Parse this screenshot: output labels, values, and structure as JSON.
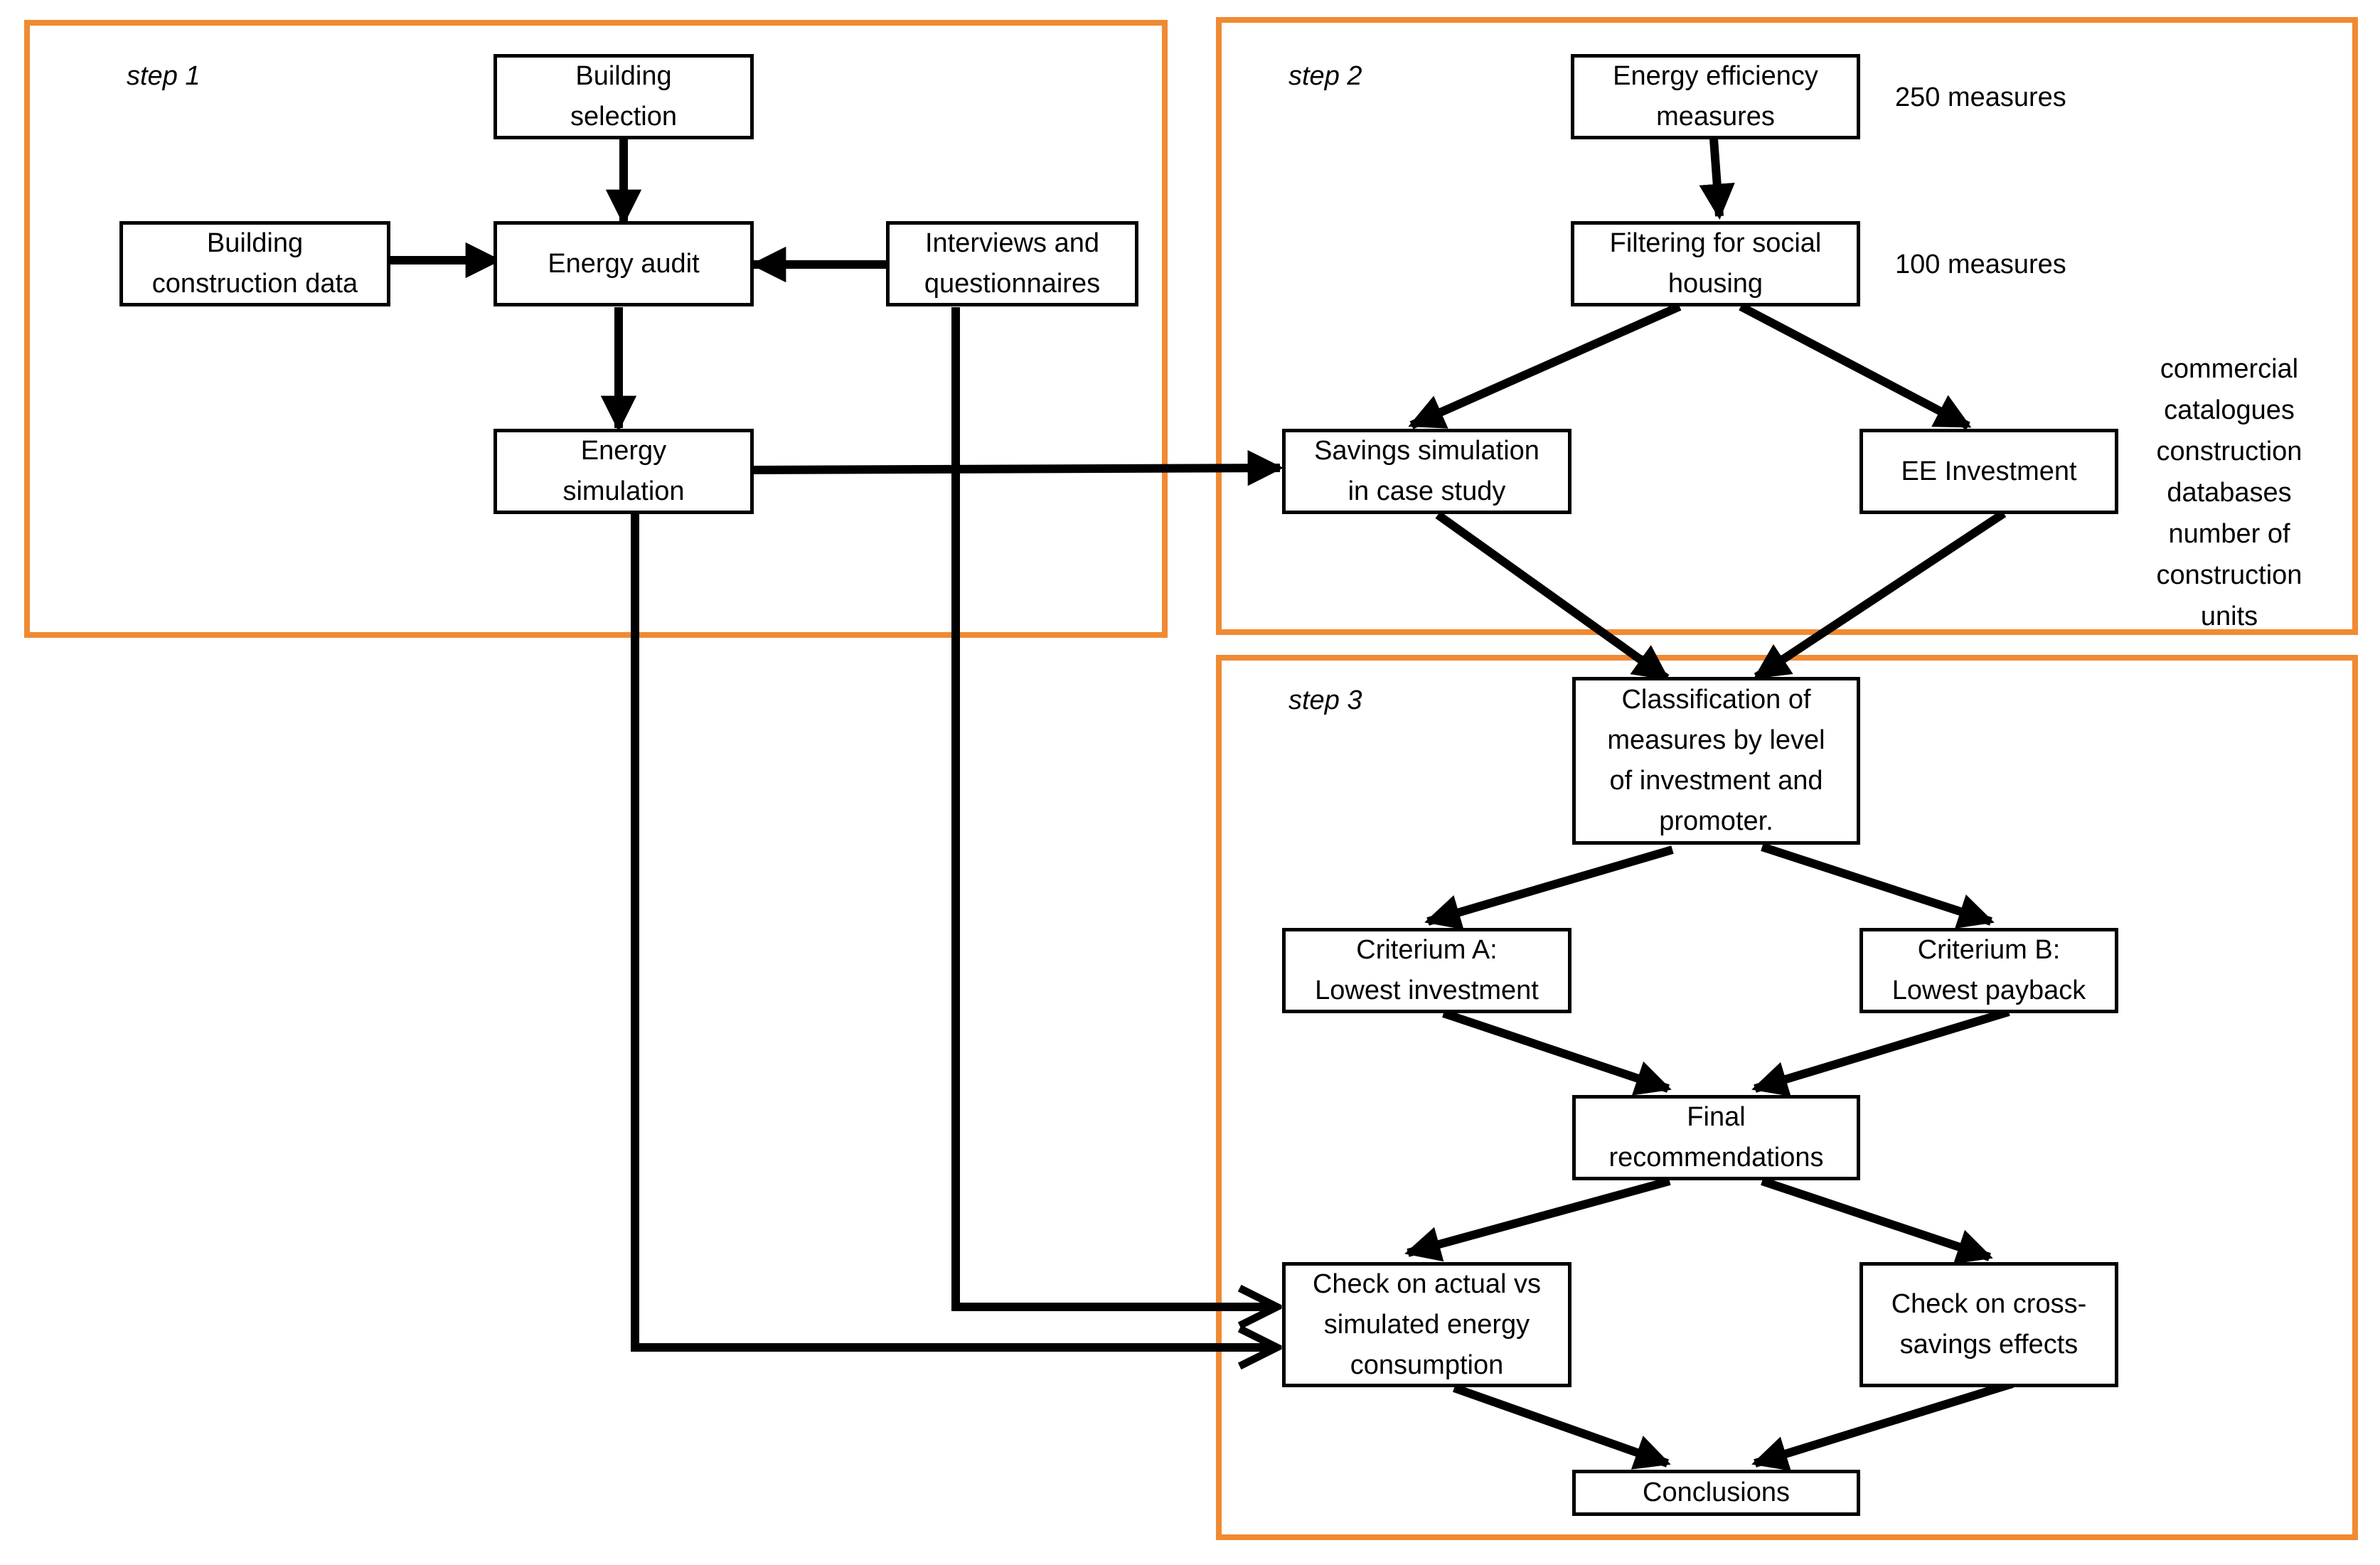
{
  "colors": {
    "frame": "#f08a32",
    "line": "#000000"
  },
  "steps": {
    "s1": "step 1",
    "s2": "step 2",
    "s3": "step 3"
  },
  "nodes": {
    "building_selection": "Building\nselection",
    "building_construction_data": "Building\nconstruction data",
    "energy_audit": "Energy audit",
    "interviews": "Interviews and\nquestionnaires",
    "energy_simulation": "Energy\nsimulation",
    "ee_measures": "Energy efficiency\nmeasures",
    "filtering": "Filtering for social\nhousing",
    "savings_simulation": "Savings simulation\nin case study",
    "ee_investment": "EE Investment",
    "classification": "Classification of\nmeasures by level\nof investment and\npromoter.",
    "criterium_a": "Criterium A:\nLowest investment",
    "criterium_b": "Criterium B:\nLowest payback",
    "final_recommendations": "Final\nrecommendations",
    "check_actual": "Check on actual vs\nsimulated energy\nconsumption",
    "check_cross": "Check on cross-\nsavings effects",
    "conclusions": "Conclusions"
  },
  "notes": {
    "measures_250": "250 measures",
    "measures_100": "100 measures",
    "sources": "commercial\ncatalogues\nconstruction\ndatabases\nnumber of\nconstruction\nunits"
  }
}
